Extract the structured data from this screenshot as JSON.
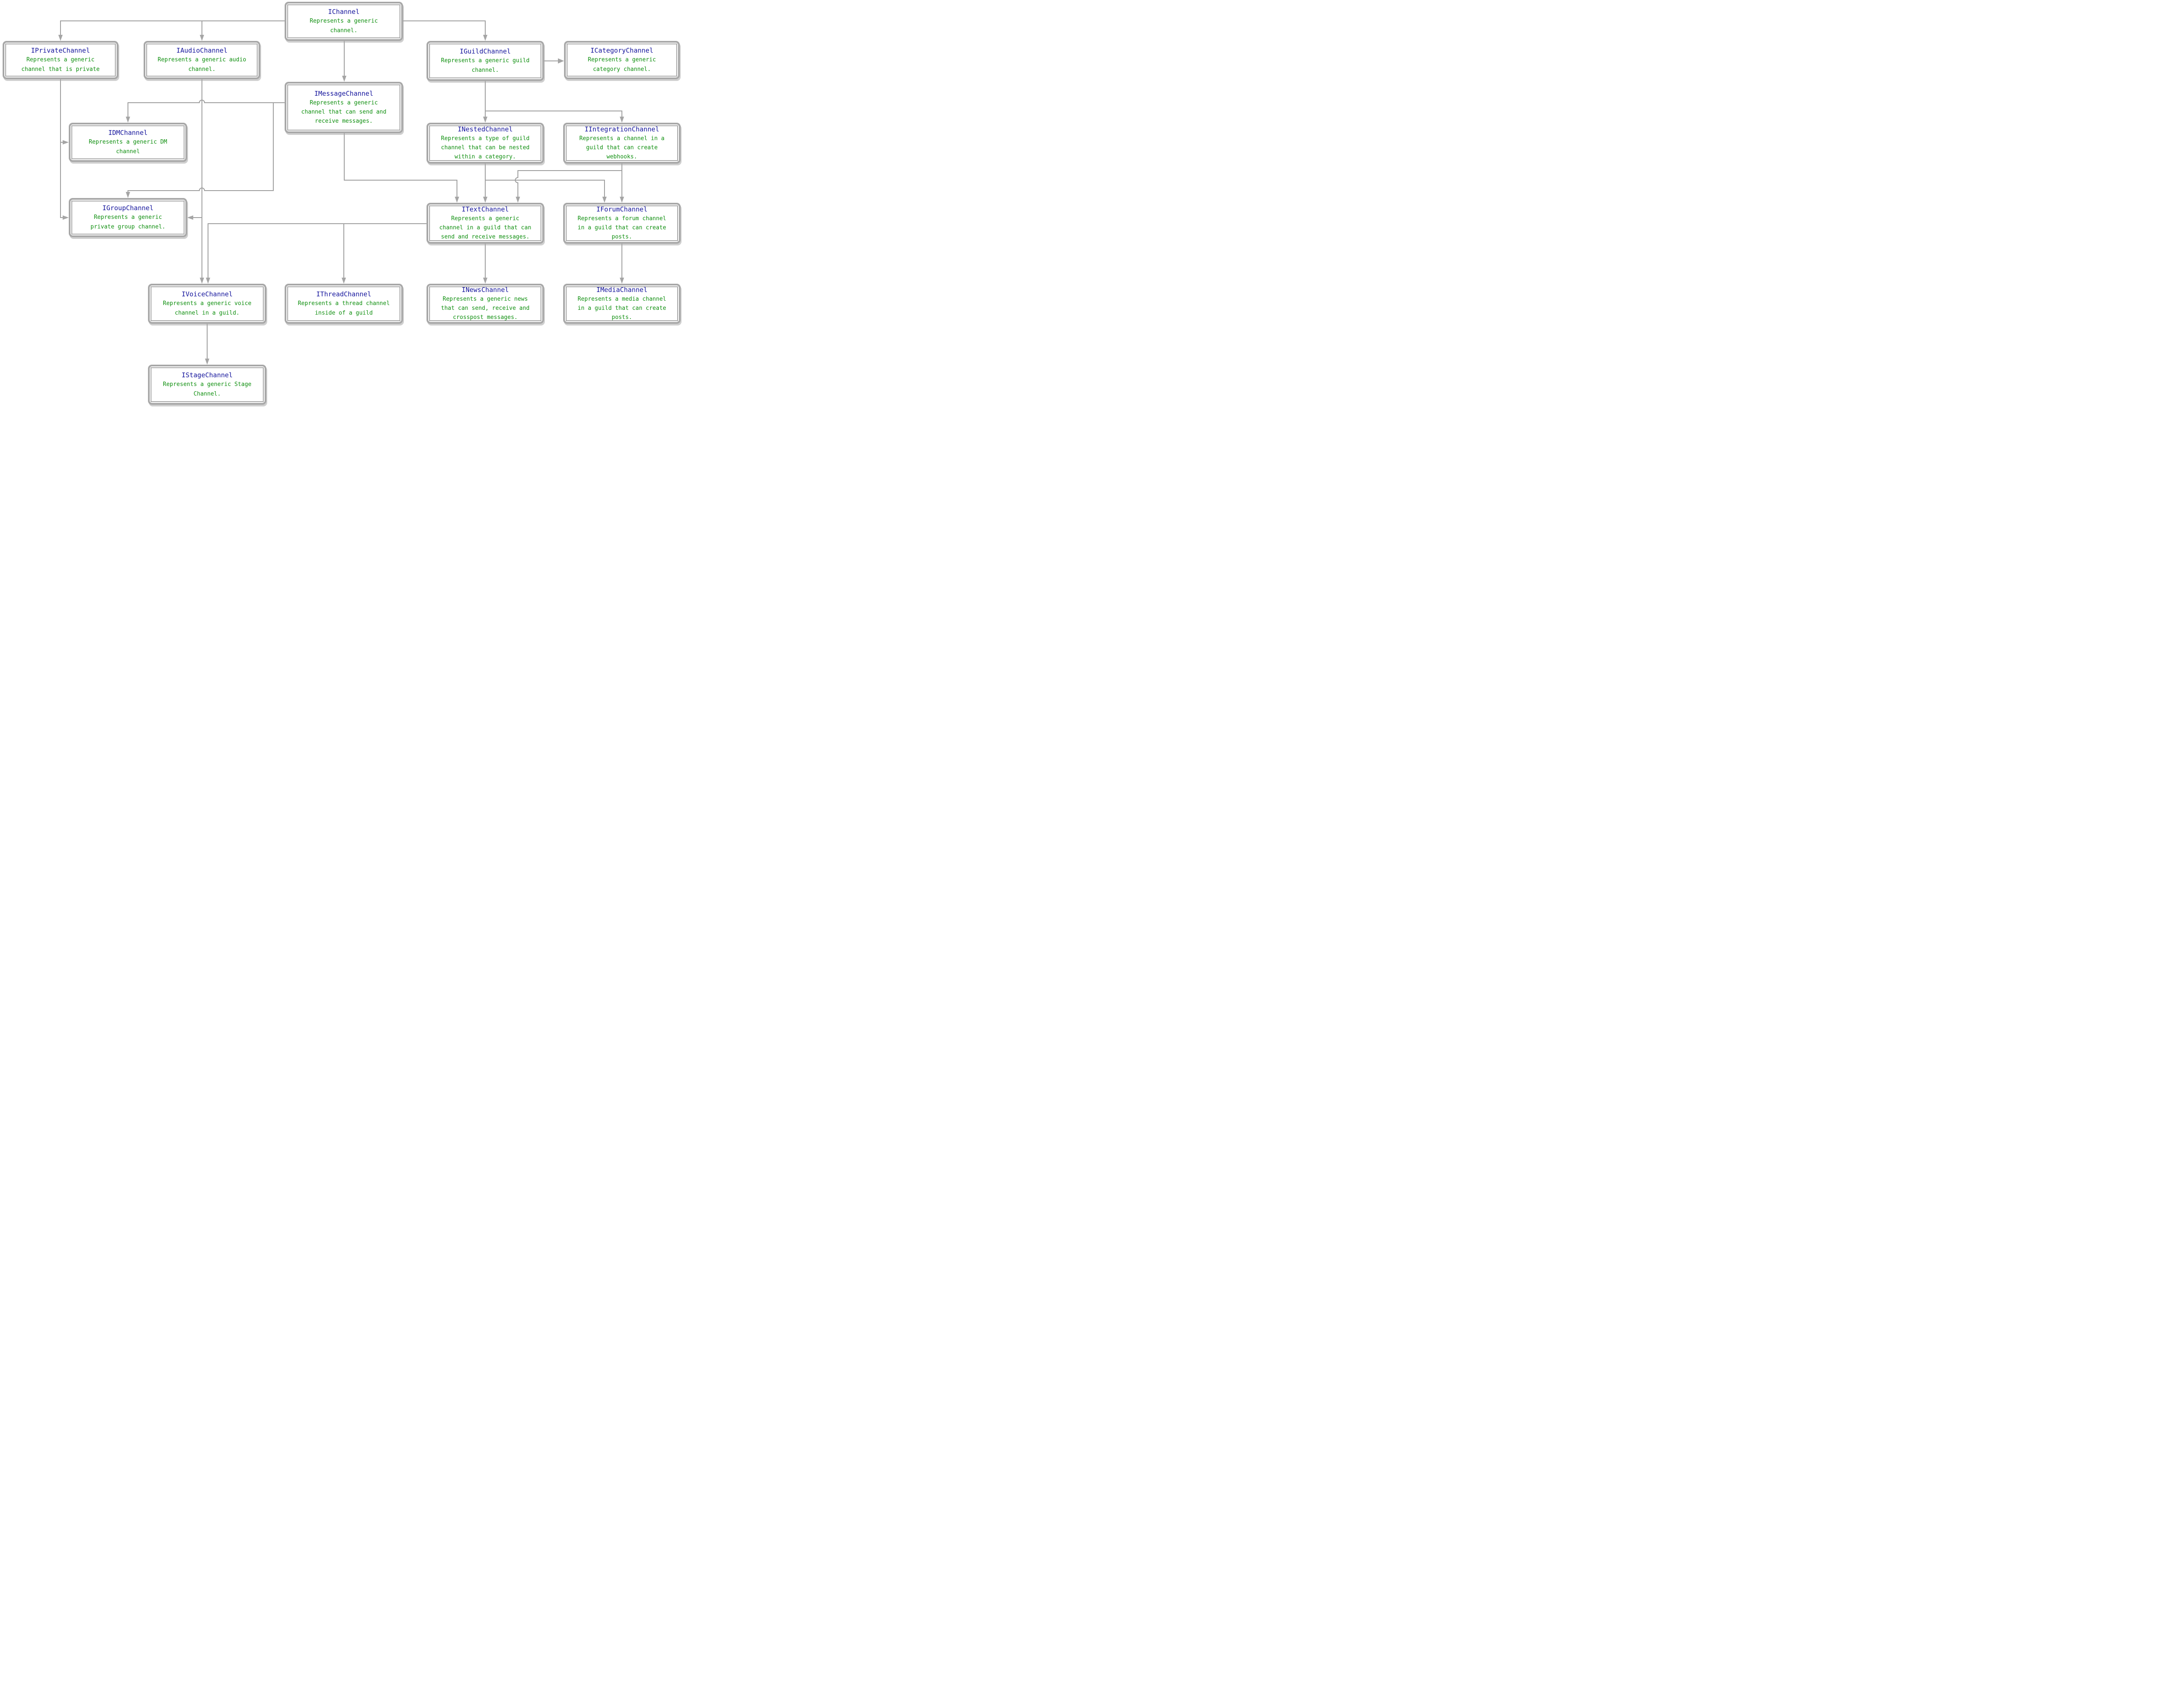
{
  "diagram": {
    "colors": {
      "node_title": "#14149c",
      "node_description": "#0f8f0f",
      "border_and_lines": "#a8a8a8",
      "background": "#ffffff"
    },
    "nodes": {
      "ichannel": {
        "title": "IChannel",
        "desc": "Represents a generic\nchannel."
      },
      "iprivate": {
        "title": "IPrivateChannel",
        "desc": "Represents a generic\nchannel that is private"
      },
      "iaudio": {
        "title": "IAudioChannel",
        "desc": "Represents a generic audio\nchannel."
      },
      "iguild": {
        "title": "IGuildChannel",
        "desc": "Represents a generic guild\nchannel."
      },
      "icategory": {
        "title": "ICategoryChannel",
        "desc": "Represents a generic\ncategory channel."
      },
      "imessage": {
        "title": "IMessageChannel",
        "desc": "Represents a generic\nchannel that can send and\nreceive messages."
      },
      "idm": {
        "title": "IDMChannel",
        "desc": "Represents a generic DM\nchannel"
      },
      "inested": {
        "title": "INestedChannel",
        "desc": "Represents a type of guild\nchannel that can be nested\nwithin a category."
      },
      "iintegration": {
        "title": "IIntegrationChannel",
        "desc": "Represents a channel in a\nguild that can create\nwebhooks."
      },
      "igroup": {
        "title": "IGroupChannel",
        "desc": "Represents a generic\nprivate group channel."
      },
      "itext": {
        "title": "ITextChannel",
        "desc": "Represents a generic\nchannel in a guild that can\nsend and receive messages."
      },
      "iforum": {
        "title": "IForumChannel",
        "desc": "Represents a forum channel\nin a guild that can create\nposts."
      },
      "ivoice": {
        "title": "IVoiceChannel",
        "desc": "Represents a generic voice\nchannel in a guild."
      },
      "ithread": {
        "title": "IThreadChannel",
        "desc": "Represents a thread channel\ninside of a guild"
      },
      "inews": {
        "title": "INewsChannel",
        "desc": "Represents a generic news\nthat can send, receive and\ncrosspost messages."
      },
      "imedia": {
        "title": "IMediaChannel",
        "desc": "Represents a media channel\nin a guild that can create\nposts."
      },
      "istage": {
        "title": "IStageChannel",
        "desc": "Represents a generic Stage\nChannel."
      }
    },
    "edges": [
      {
        "from": "IChannel",
        "to": "IPrivateChannel"
      },
      {
        "from": "IChannel",
        "to": "IAudioChannel"
      },
      {
        "from": "IChannel",
        "to": "IGuildChannel"
      },
      {
        "from": "IChannel",
        "to": "IMessageChannel"
      },
      {
        "from": "IGuildChannel",
        "to": "ICategoryChannel"
      },
      {
        "from": "IGuildChannel",
        "to": "INestedChannel"
      },
      {
        "from": "IGuildChannel",
        "to": "IIntegrationChannel"
      },
      {
        "from": "IPrivateChannel",
        "to": "IDMChannel"
      },
      {
        "from": "IPrivateChannel",
        "to": "IGroupChannel"
      },
      {
        "from": "IMessageChannel",
        "to": "IDMChannel"
      },
      {
        "from": "IMessageChannel",
        "to": "IGroupChannel"
      },
      {
        "from": "IMessageChannel",
        "to": "ITextChannel"
      },
      {
        "from": "IAudioChannel",
        "to": "IGroupChannel"
      },
      {
        "from": "IAudioChannel",
        "to": "IVoiceChannel"
      },
      {
        "from": "INestedChannel",
        "to": "ITextChannel"
      },
      {
        "from": "INestedChannel",
        "to": "IForumChannel"
      },
      {
        "from": "IIntegrationChannel",
        "to": "ITextChannel"
      },
      {
        "from": "IIntegrationChannel",
        "to": "IForumChannel"
      },
      {
        "from": "ITextChannel",
        "to": "IVoiceChannel"
      },
      {
        "from": "ITextChannel",
        "to": "IThreadChannel"
      },
      {
        "from": "ITextChannel",
        "to": "INewsChannel"
      },
      {
        "from": "IForumChannel",
        "to": "IMediaChannel"
      },
      {
        "from": "IVoiceChannel",
        "to": "IStageChannel"
      }
    ]
  }
}
